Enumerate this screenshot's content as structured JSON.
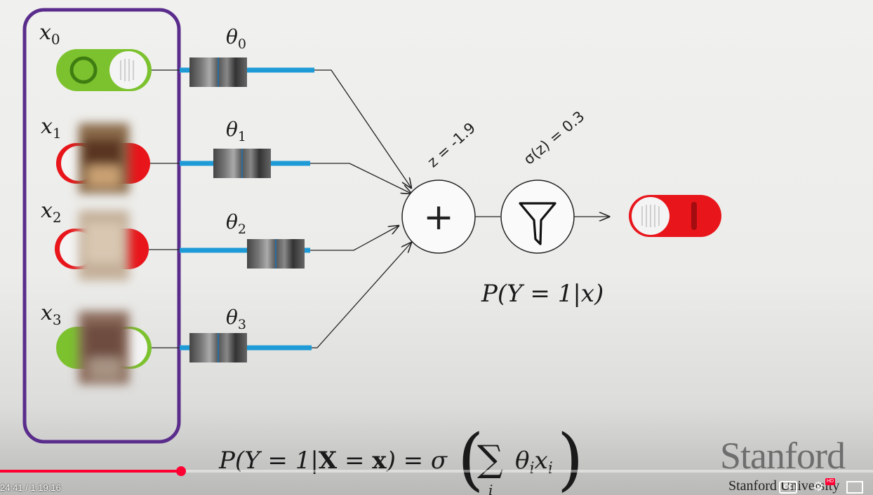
{
  "diagram": {
    "inputs": [
      {
        "label_base": "x",
        "label_sub": "0",
        "toggle_state": "on",
        "blurred": false
      },
      {
        "label_base": "x",
        "label_sub": "1",
        "toggle_state": "off",
        "blurred": true
      },
      {
        "label_base": "x",
        "label_sub": "2",
        "toggle_state": "off",
        "blurred": true
      },
      {
        "label_base": "x",
        "label_sub": "3",
        "toggle_state": "on",
        "blurred": true
      }
    ],
    "weights": [
      {
        "label_base": "θ",
        "label_sub": "0"
      },
      {
        "label_base": "θ",
        "label_sub": "1"
      },
      {
        "label_base": "θ",
        "label_sub": "2"
      },
      {
        "label_base": "θ",
        "label_sub": "3"
      }
    ],
    "sum_node": {
      "symbol": "+",
      "annotation": "z = -1.9"
    },
    "sigmoid_node": {
      "icon": "filter-icon",
      "annotation": "σ(z) = 0.3"
    },
    "output": {
      "toggle_state": "off",
      "probability_label": "P(Y = 1|x)"
    },
    "formula": {
      "lhs": "P(Y = 1|",
      "bold_X": "X",
      "eq": " = ",
      "bold_x": "x",
      "rhs_open": ") = σ",
      "sum_symbol": "∑",
      "sum_index": "i",
      "term_theta": "θ",
      "term_theta_sub": "i",
      "term_x": "x",
      "term_x_sub": "i"
    },
    "colors": {
      "frame": "#5a2d8c",
      "on": "#7cc22e",
      "off": "#e8151b",
      "wire": "#1e9bd7"
    }
  },
  "branding": {
    "logo_text": "Stanford",
    "subtitle": "Stanford University"
  },
  "player": {
    "time_display": "24:41 / 1:19:16",
    "progress_fraction": 0.2075,
    "cc_label": "CC",
    "hd_label": "HD",
    "settings_icon": "gear-icon",
    "miniplayer_icon": "miniplayer-icon"
  }
}
